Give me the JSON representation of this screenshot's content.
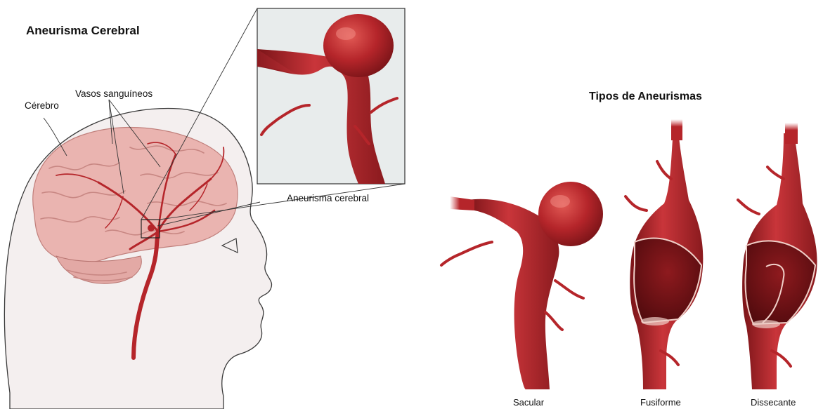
{
  "left_panel": {
    "title": "Aneurisma Cerebral",
    "labels": {
      "brain": "Cérebro",
      "vessels": "Vasos sanguíneos",
      "aneurysm": "Aneurisma cerebral"
    }
  },
  "right_panel": {
    "title": "Tipos de Aneurismas",
    "types": [
      {
        "label": "Sacular"
      },
      {
        "label": "Fusiforme"
      },
      {
        "label": "Dissecante"
      }
    ]
  },
  "colors": {
    "vessel": "#b5252a",
    "vessel_light": "#d9524f",
    "vessel_dark": "#7a1418",
    "brain": "#e9b5b0",
    "brain_shade": "#d49692",
    "head": "#f3eeee",
    "head_outline": "#3a3a3a",
    "inset_bg": "#e9eded"
  }
}
